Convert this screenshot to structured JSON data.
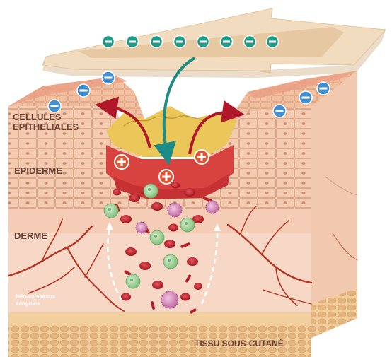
{
  "labels": {
    "epithelial_line1": "CELLULES",
    "epithelial_line2": "EPITHELIALES",
    "epidermis": "EPIDERME",
    "dermis": "DERME",
    "vessels_line1": "Néo-vaisseaux",
    "vessels_line2": "sanguins",
    "subcutaneous": "TISSU SOUS-CUTANÉ"
  },
  "colors": {
    "dressing": "#f1dcbf",
    "dressing_pad": "#e6c9a3",
    "negative_charge": "#1f9b8a",
    "surface_negative_charge": "#3f8fd1",
    "positive_charge": "#e2532f",
    "epidermis": "#f2c6a6",
    "dermis": "#f6d2bf",
    "subcutaneous_fat": "#e9c190",
    "vessel": "#b7321f",
    "wound_fibrin": "#ebc75a",
    "wound_bed": "#d8423f",
    "red_blood_cell": "#b51e26",
    "green_cell": "#8fc68a",
    "pink_cell": "#c96aa6",
    "outflow_arrow": "#b0182a",
    "inflow_arrow": "#1d8c86",
    "label_text": "#6b4236"
  },
  "icons": {
    "negative_charge": "minus-in-circle",
    "positive_charge": "plus-in-circle"
  }
}
